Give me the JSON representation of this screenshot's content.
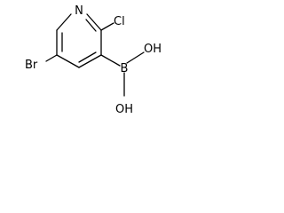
{
  "molecule": {
    "atoms": {
      "n": "N",
      "cl": "Cl",
      "br": "Br",
      "b": "B",
      "oh_top": "OH",
      "oh_bottom": "OH"
    }
  },
  "colors": {
    "bond": "#000000",
    "text": "#000000",
    "background": "#ffffff"
  }
}
